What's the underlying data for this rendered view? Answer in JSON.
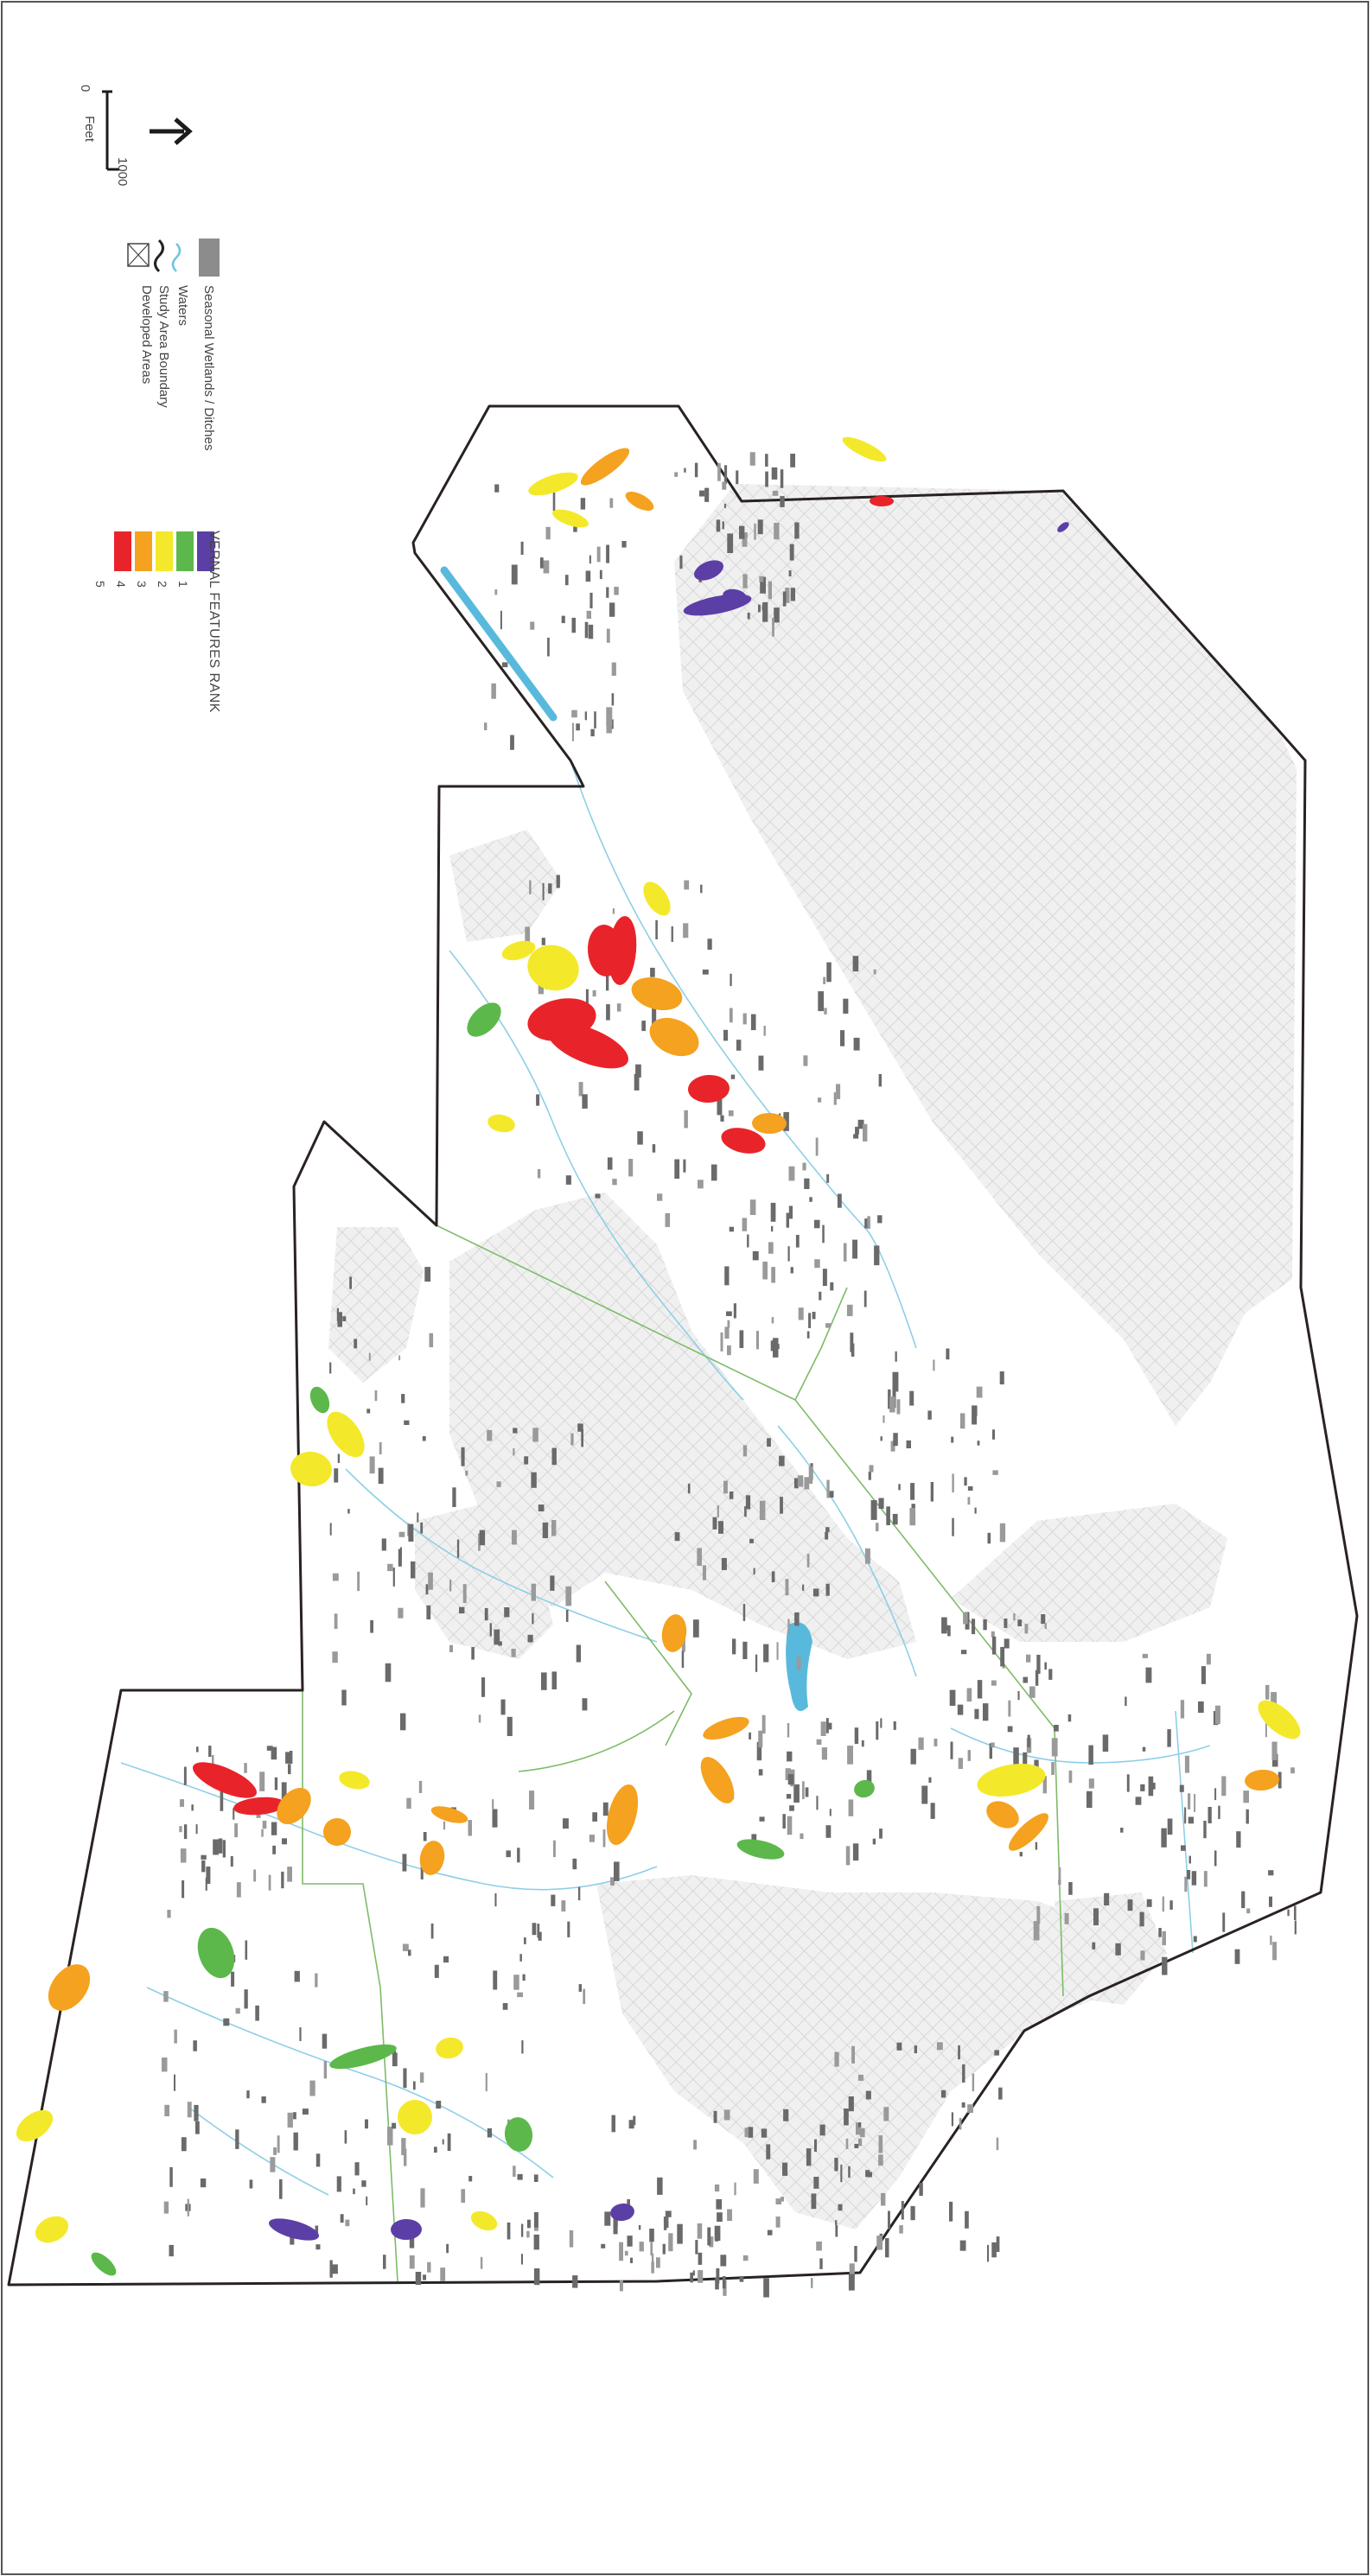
{
  "scale_bar": {
    "start_label": "0",
    "end_label": "1000",
    "unit_label": "Feet"
  },
  "north_arrow": {
    "icon": "north-arrow-icon"
  },
  "legend": {
    "items": [
      {
        "key": "wetlands",
        "label": "Seasonal Wetlands / Ditches",
        "color": "#8c8c8c"
      },
      {
        "key": "waters",
        "label": "Waters",
        "color": "#6fc3df"
      },
      {
        "key": "boundary",
        "label": "Study Area Boundary",
        "color": "#222222"
      },
      {
        "key": "developed",
        "label": "Developed Areas",
        "color": "#bdbdbd"
      }
    ]
  },
  "rank_legend": {
    "title": "VERNAL FEATURES RANK",
    "ranks": [
      {
        "label": "1",
        "color": "#5b3fa6"
      },
      {
        "label": "2",
        "color": "#5cb84a"
      },
      {
        "label": "3",
        "color": "#f3e92a"
      },
      {
        "label": "4",
        "color": "#f4a21f"
      },
      {
        "label": "5",
        "color": "#e8242a"
      }
    ]
  },
  "colors": {
    "boundary": "#2a2222",
    "waters": "#7cc9e4",
    "ditch_green": "#6db05a",
    "developed_fill": "#ededed",
    "developed_hatch": "#d2d2d2",
    "wetland_gray": "#8c8c8c"
  }
}
